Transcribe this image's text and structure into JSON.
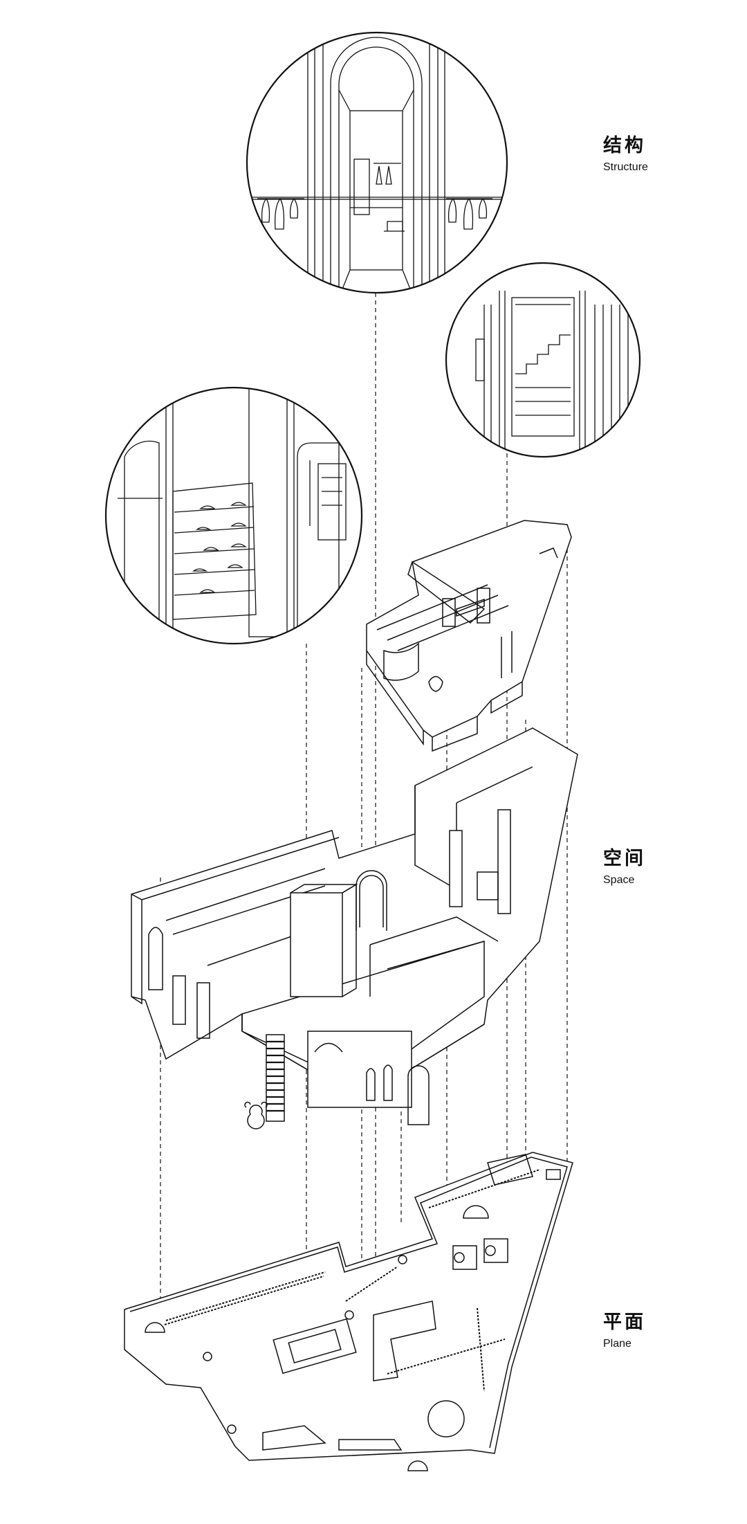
{
  "labels": {
    "structure": {
      "zh": "结构",
      "en": "Structure"
    },
    "space": {
      "zh": "空间",
      "en": "Space"
    },
    "plane": {
      "zh": "平面",
      "en": "Plane"
    }
  },
  "colors": {
    "ink": "#111111",
    "paper": "#ffffff",
    "muted": "#666666"
  }
}
